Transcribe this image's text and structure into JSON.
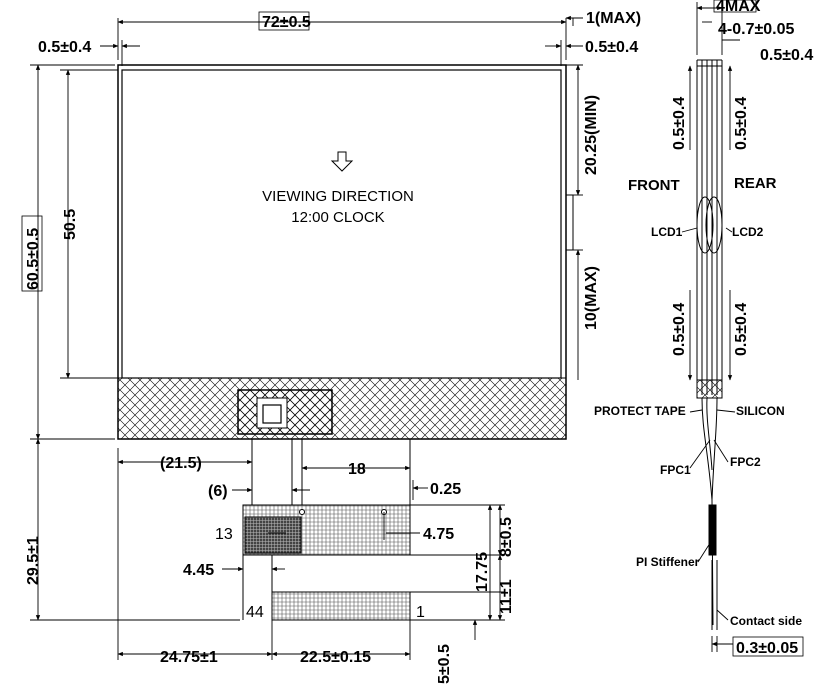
{
  "front": {
    "dim_width": "72±0.5",
    "dim_bezel_left": "0.5±0.4",
    "dim_bezel_right": "0.5±0.4",
    "dim_top_max": "1(MAX)",
    "dim_height": "60.5±0.5",
    "dim_active_height": "50.5",
    "dim_20_25": "20.25(MIN)",
    "dim_10_max": "10(MAX)",
    "viewing_line1": "VIEWING DIRECTION",
    "viewing_line2": "12:00 CLOCK",
    "dim_21_5": "(21.5)",
    "dim_6": "(6)",
    "dim_18": "18",
    "dim_0_25": "0.25",
    "dim_13": "13",
    "dim_4_75": "4.75",
    "dim_4_45": "4.45",
    "dim_8": "8±0.5",
    "dim_17_75": "17.75",
    "dim_11": "11±1",
    "dim_29_5": "29.5±1",
    "pin_44": "44",
    "pin_1": "1",
    "dim_24_75": "24.75±1",
    "dim_22_5": "22.5±0.15",
    "dim_5": "5±0.5"
  },
  "side": {
    "dim_4max": "4MAX",
    "dim_thickness": "4-0.7±0.05",
    "dim_right_bezel": "0.5±0.4",
    "dim_front_top": "0.5±0.4",
    "dim_rear_top": "0.5±0.4",
    "dim_front_bottom": "0.5±0.4",
    "dim_rear_bottom": "0.5±0.4",
    "label_front": "FRONT",
    "label_rear": "REAR",
    "label_lcd1": "LCD1",
    "label_lcd2": "LCD2",
    "label_protect": "PROTECT TAPE",
    "label_silicon": "SILICON",
    "label_fpc1": "FPC1",
    "label_fpc2": "FPC2",
    "label_pi": "PI Stiffener",
    "label_contact": "Contact side",
    "dim_fpc_thk": "0.3±0.05"
  }
}
